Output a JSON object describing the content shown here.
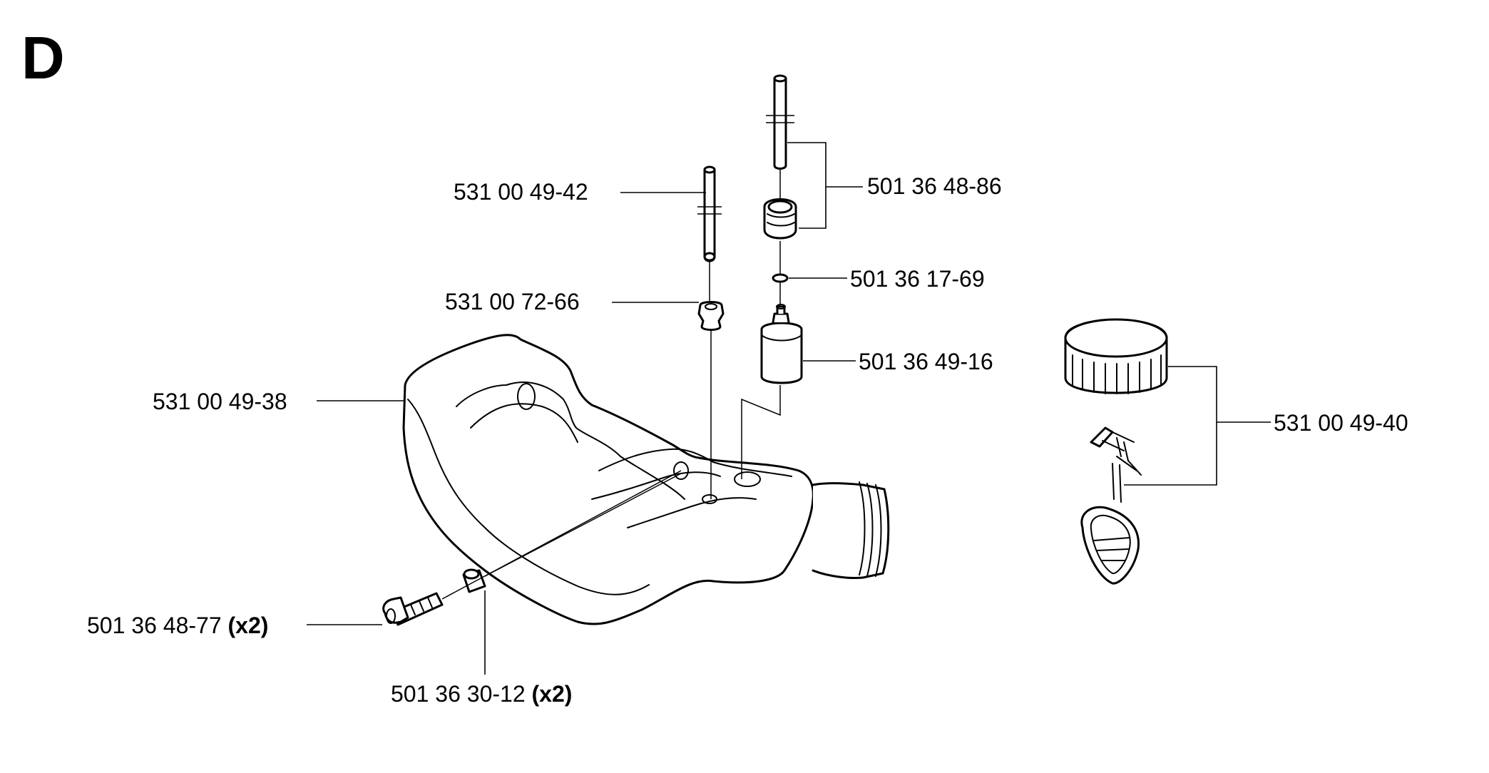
{
  "section_letter": "D",
  "parts": [
    {
      "number": "531 00 49-42",
      "qty": ""
    },
    {
      "number": "501 36 48-86",
      "qty": ""
    },
    {
      "number": "501 36 17-69",
      "qty": ""
    },
    {
      "number": "531 00 72-66",
      "qty": ""
    },
    {
      "number": "501 36 49-16",
      "qty": ""
    },
    {
      "number": "531 00 49-38",
      "qty": ""
    },
    {
      "number": "531 00 49-40",
      "qty": ""
    },
    {
      "number": "501 36 48-77",
      "qty": "(x2)"
    },
    {
      "number": "501 36 30-12",
      "qty": "(x2)"
    }
  ]
}
